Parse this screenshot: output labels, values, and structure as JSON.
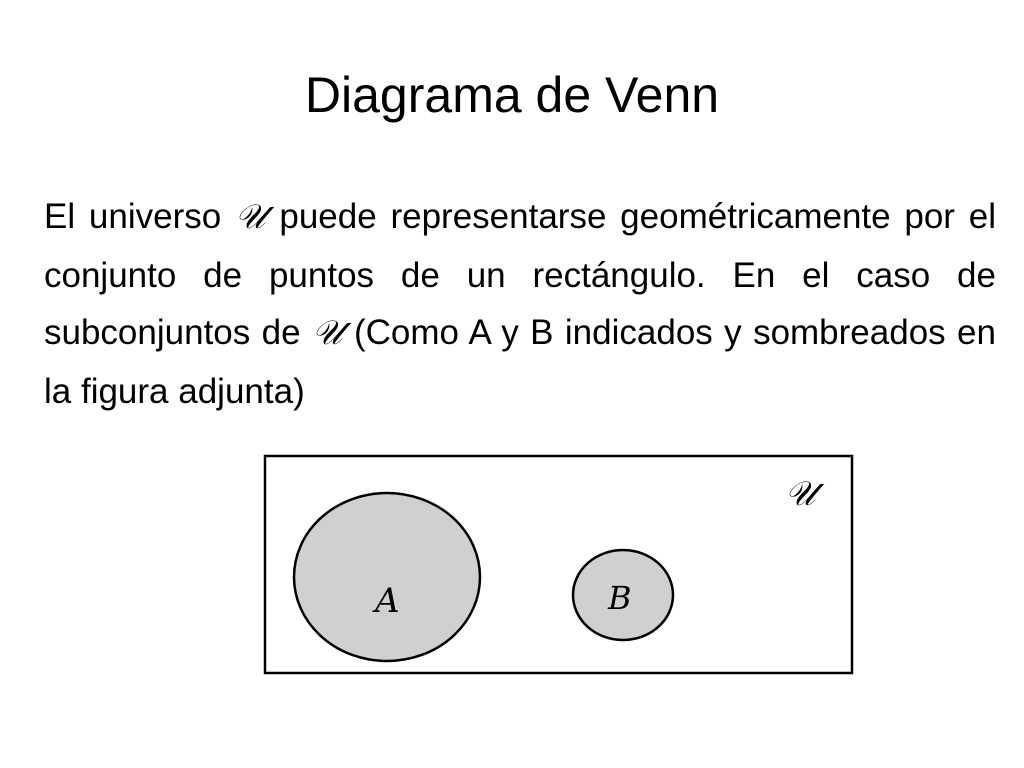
{
  "slide": {
    "title": "Diagrama de Venn",
    "paragraph": {
      "p1": "El universo ",
      "symbol1": "𝒰",
      "p2": " puede representarse geométricamente por el conjunto de puntos de un rectángulo. En el caso de subconjuntos de ",
      "symbol2": "𝒰",
      "p3": " (Como A y B indicados y sombreados en la figura adjunta)"
    }
  },
  "diagram": {
    "universe_label": "𝒰",
    "set_a_label": "A",
    "set_b_label": "B",
    "fill_color": "#d0d0d0",
    "stroke_color": "#000000"
  }
}
